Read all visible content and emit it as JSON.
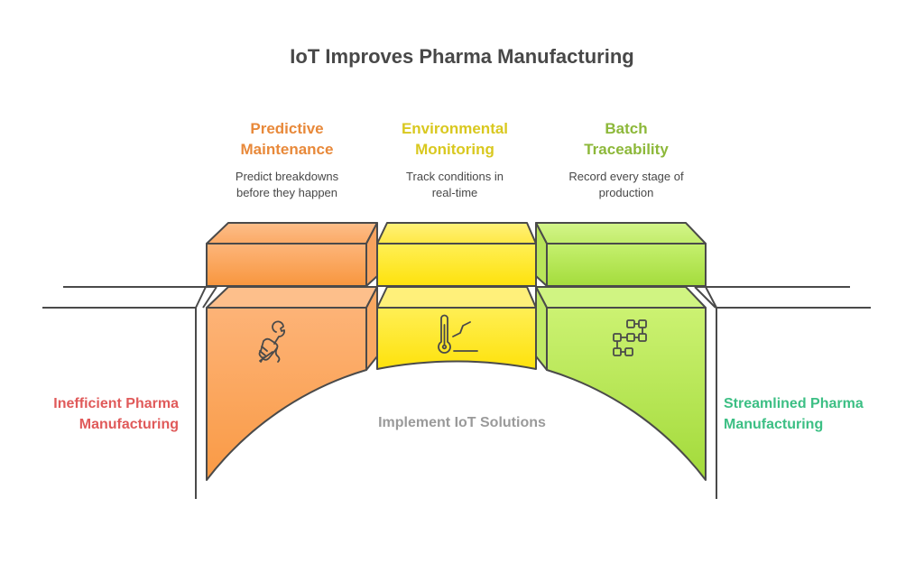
{
  "title": "IoT Improves Pharma Manufacturing",
  "start_state": {
    "line1": "Inefficient Pharma",
    "line2": "Manufacturing",
    "color": "#e05a5a"
  },
  "end_state": {
    "line1": "Streamlined Pharma",
    "line2": "Manufacturing",
    "color": "#3cbf84"
  },
  "bridge_label": "Implement IoT Solutions",
  "pillars": [
    {
      "title_line1": "Predictive",
      "title_line2": "Maintenance",
      "desc_line1": "Predict breakdowns",
      "desc_line2": "before they happen",
      "color": "#e8893a",
      "icon": "wrench-hand-icon"
    },
    {
      "title_line1": "Environmental",
      "title_line2": "Monitoring",
      "desc_line1": "Track conditions in",
      "desc_line2": "real-time",
      "color": "#d9c81f",
      "icon": "thermometer-chart-icon"
    },
    {
      "title_line1": "Batch",
      "title_line2": "Traceability",
      "desc_line1": "Record every stage of",
      "desc_line2": "production",
      "color": "#8db83a",
      "icon": "flowchart-icon"
    }
  ]
}
